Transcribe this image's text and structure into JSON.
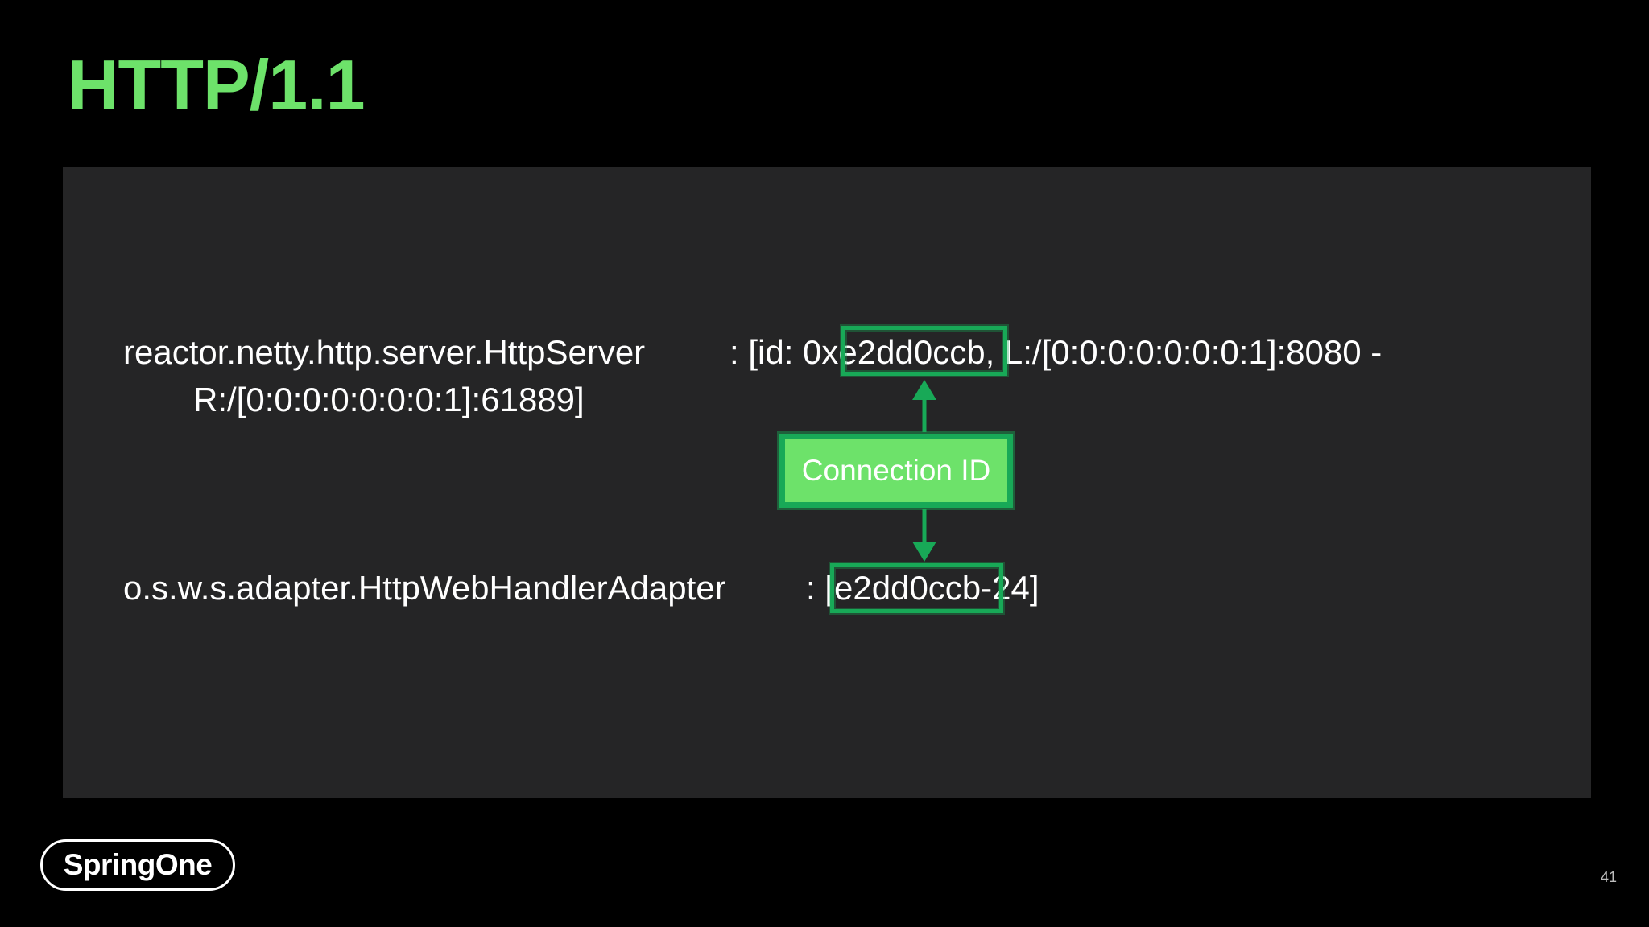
{
  "slide": {
    "title": "HTTP/1.1",
    "page_number": "41",
    "accent_color": "#6DE26A",
    "highlight_color": "#18A957"
  },
  "log": {
    "line1": {
      "logger": "reactor.netty.http.server.HttpServer",
      "prefix": ": [id: 0x",
      "conn_id": "e2dd0ccb",
      "suffix": ", L:/[0:0:0:0:0:0:0:1]:8080 -"
    },
    "line1_cont": "R:/[0:0:0:0:0:0:0:1]:61889]",
    "line2": {
      "logger": "o.s.w.s.adapter.HttpWebHandlerAdapter",
      "prefix": ": [",
      "conn_id": "e2dd0ccb",
      "suffix": "-24]"
    }
  },
  "annotation": {
    "label": "Connection ID"
  },
  "logo": {
    "text": "SpringOne"
  }
}
